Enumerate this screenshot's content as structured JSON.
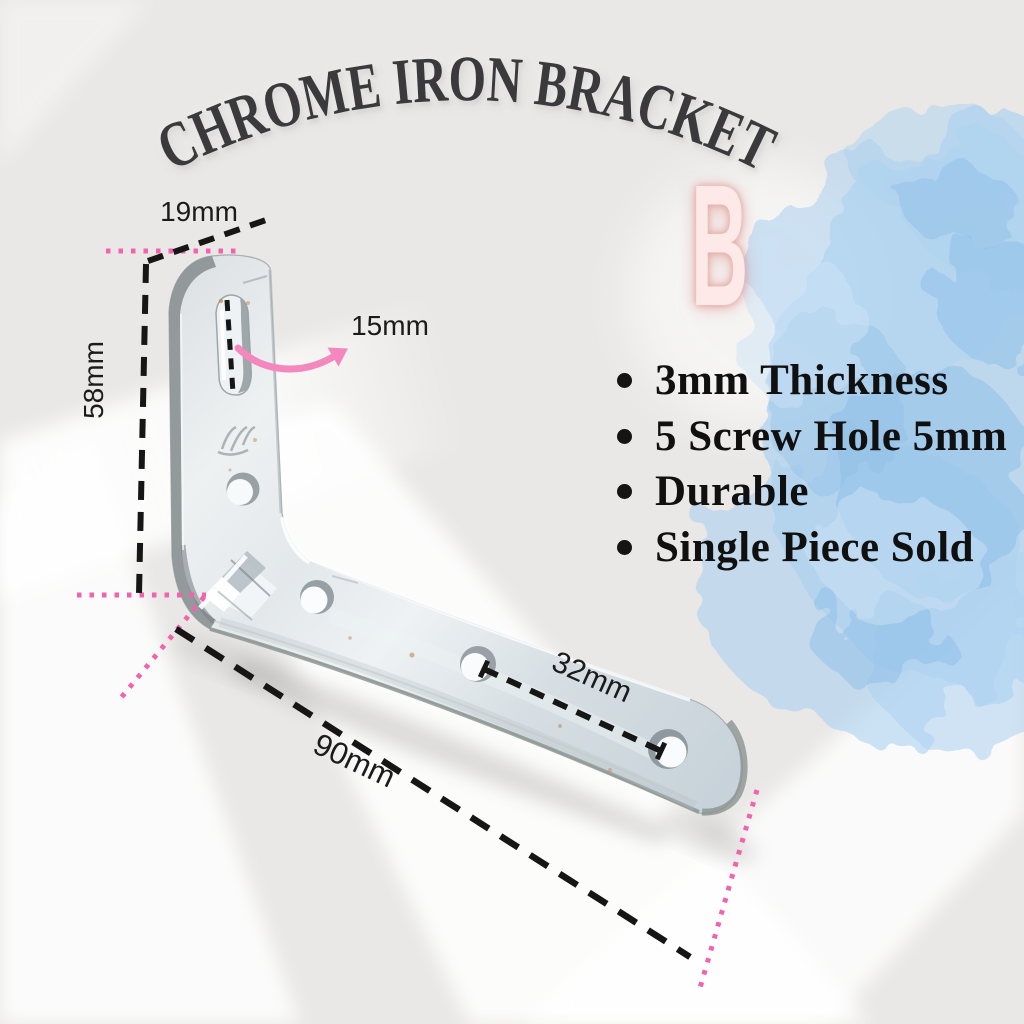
{
  "title": "CHROME IRON BRACKET",
  "badge": {
    "letter": "B"
  },
  "features": {
    "items": [
      "3mm Thickness",
      "5 Screw Hole 5mm",
      "Durable",
      "Single Piece Sold"
    ]
  },
  "dimensions": {
    "top_width": "19mm",
    "height": "58mm",
    "slot_length": "15mm",
    "hole_spacing": "32mm",
    "length": "90mm"
  },
  "icons": {
    "slot_arrow": "curved-arrow",
    "bullet": "filled-circle"
  },
  "colors": {
    "background_gray": "#e9e8e6",
    "beam_white": "#ffffff",
    "title_dark": "#3a393b",
    "dash_black": "#161616",
    "accent_pink": "#f263ae",
    "arrow_pink": "#f487bd",
    "badge_pink": "#fce9e8",
    "badge_glow": "#df9f9b",
    "watercolor_blue": "#abd1f0",
    "metal_silver": "#dfe4e7"
  }
}
